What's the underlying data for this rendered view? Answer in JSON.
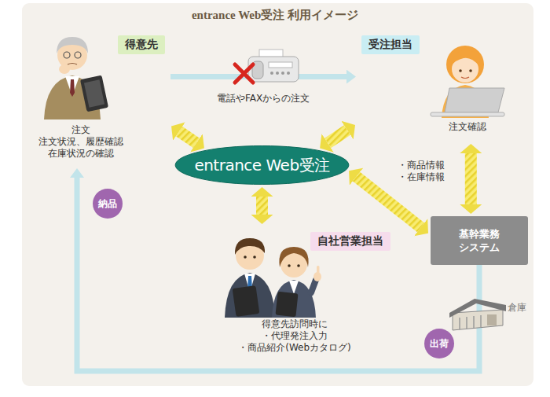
{
  "diagram": {
    "title": "entrance Web受注 利用イメージ",
    "nodes": [
      {
        "text": [
          "得意先",
          "注文 注文状況、履歴確認 在庫状況の確認"
        ]
      },
      {
        "text": [
          "受注担当",
          "注文確認"
        ]
      },
      {
        "text": [
          "entrance Web受注"
        ]
      },
      {
        "text": [
          "自社営業担当",
          "得意先訪問時に ・代理発注入力 ・商品紹介(Webカタログ)"
        ]
      },
      {
        "text": [
          "基幹業務 システム"
        ]
      },
      {
        "text": [
          "出荷"
        ]
      },
      {
        "text": [
          "納品"
        ]
      }
    ],
    "edges": [
      {
        "from": 0,
        "to": 2,
        "arrow": "both"
      },
      {
        "from": 2,
        "to": 1,
        "arrow": "both"
      },
      {
        "from": 2,
        "to": 3,
        "arrow": "both"
      },
      {
        "from": 2,
        "to": 4,
        "arrow": "both"
      },
      {
        "from": 1,
        "to": 4,
        "arrow": "both"
      },
      {
        "from": 0,
        "to": 1,
        "arrow": "to",
        "label": "電話やFAXからの注文"
      },
      {
        "from": 4,
        "to": 0,
        "arrow": "to"
      }
    ],
    "labels": [
      "・商品情報 ・在庫情報",
      "倉庫"
    ]
  }
}
